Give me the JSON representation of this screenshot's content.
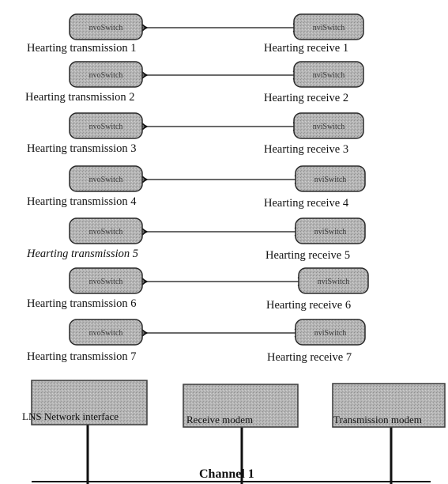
{
  "rows": [
    {
      "sender": "nvoSwitch",
      "receiver": "nviSwitch",
      "transmission_label": "Hearting transmission 1",
      "receive_label": "Hearting receive 1"
    },
    {
      "sender": "nvoSwitch",
      "receiver": "nviSwitch",
      "transmission_label": "Hearting transmission 2",
      "receive_label": "Hearting receive 2"
    },
    {
      "sender": "nvoSwitch",
      "receiver": "nviSwitch",
      "transmission_label": "Hearting transmission 3",
      "receive_label": "Hearting receive 3"
    },
    {
      "sender": "nvoSwitch",
      "receiver": "nviSwitch",
      "transmission_label": "Hearting transmission 4",
      "receive_label": "Hearting receive 4"
    },
    {
      "sender": "nvoSwitch",
      "receiver": "nviSwitch",
      "transmission_label": "Hearting transmission 5",
      "receive_label": "Hearting receive 5"
    },
    {
      "sender": "nvoSwitch",
      "receiver": "nviSwitch",
      "transmission_label": "Hearting transmission 6",
      "receive_label": "Hearting receive 6"
    },
    {
      "sender": "nvoSwitch",
      "receiver": "nviSwitch",
      "transmission_label": "Hearting transmission 7",
      "receive_label": "Hearting receive 7"
    }
  ],
  "bottom_boxes": {
    "lns": "LNS Network interface",
    "receive_modem": "Receive modem",
    "transmission_modem": "Transmission modem"
  },
  "channel": {
    "label": "Channel 1"
  },
  "colors": {
    "node_fill": "#b2b2b2",
    "node_stroke": "#2a2a2a",
    "box_fill": "#a8a8a8",
    "line": "#111111"
  }
}
